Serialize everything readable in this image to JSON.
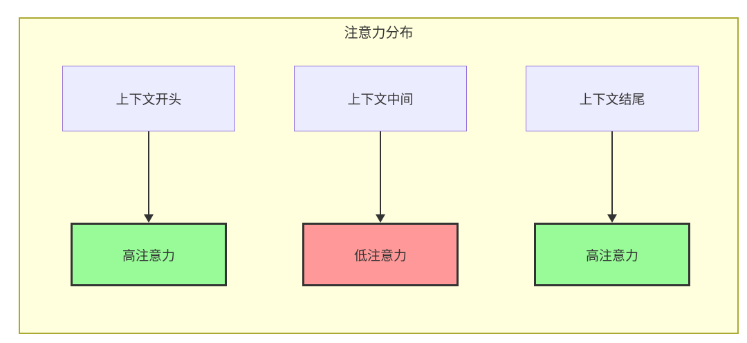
{
  "diagram": {
    "title": "注意力分布",
    "columns": [
      {
        "source": "上下文开头",
        "target": "高注意力",
        "attention_level": "high"
      },
      {
        "source": "上下文中间",
        "target": "低注意力",
        "attention_level": "low"
      },
      {
        "source": "上下文结尾",
        "target": "高注意力",
        "attention_level": "high"
      }
    ],
    "colors": {
      "cluster_fill": "#ffffde",
      "cluster_border": "#aaaa33",
      "source_fill": "#ECECFF",
      "source_border": "#9370DB",
      "high_fill": "#98FB98",
      "low_fill": "#FF9999",
      "result_border": "#333333",
      "edge": "#333333",
      "text": "#333333"
    }
  }
}
